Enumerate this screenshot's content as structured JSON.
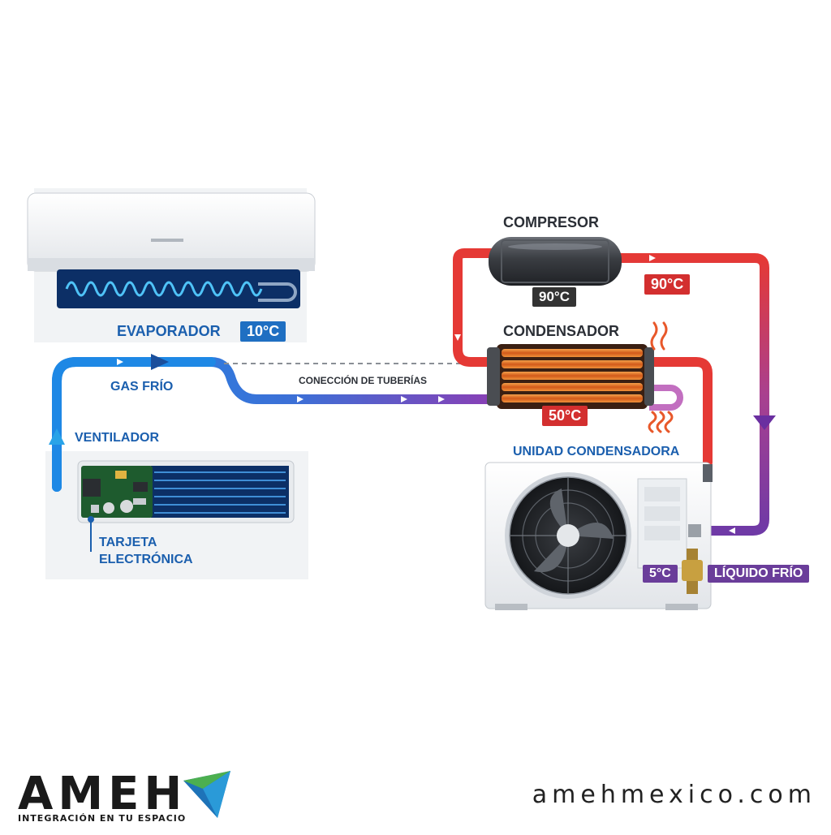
{
  "labels": {
    "evaporador": "EVAPORADOR",
    "gas_frio": "GAS FRÍO",
    "ventilador": "VENTILADOR",
    "tarjeta_line1": "TARJETA",
    "tarjeta_line2": "ELECTRÓNICA",
    "compresor": "COMPRESOR",
    "condensador": "CONDENSADOR",
    "conexion_tuberias": "CONECCIÓN DE TUBERÍAS",
    "unidad_condensadora": "UNIDAD CONDENSADORA",
    "liquido_frio": "LÍQUIDO FRÍO"
  },
  "temperatures": {
    "evaporador": "10°C",
    "compresor": "90°C",
    "descarga": "90°C",
    "condensador": "50°C",
    "liquido": "5°C"
  },
  "brand": {
    "name": "AMEH",
    "slogan": "INTEGRACIÓN EN TU ESPACIO",
    "website": "amehmexico.com"
  },
  "colors": {
    "cold": "#1e88e5",
    "hot": "#e53935",
    "liquid": "#7b3fb0",
    "label_blue": "#1b5fae",
    "temp_blue": "#1f6fc2",
    "temp_red": "#d32f2f",
    "temp_dark": "#333333",
    "temp_purple": "#6a3d9a"
  }
}
